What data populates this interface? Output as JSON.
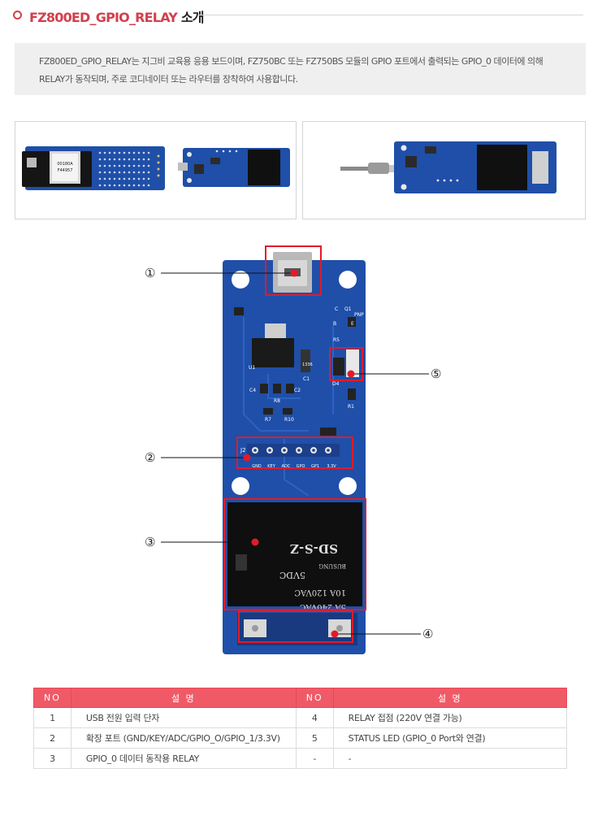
{
  "header": {
    "title_red": "FZ800ED_GPIO_RELAY",
    "title_rest": " 소개"
  },
  "description": {
    "line1": "FZ800ED_GPIO_RELAY는 지그비 교육용 응용 보드이며, FZ750BC 또는 FZ750BS 모듈의 GPIO 포트에서 출력되는 GPIO_0 데이터에 의해",
    "line2": "RELAY가 동작되며, 주로 코디네이터 또는 라우터를 장착하여 사용합니다."
  },
  "photos": {
    "left_chip_text1": "00180A",
    "left_chip_text2": "F44957"
  },
  "board": {
    "silkscreen": {
      "j2": "J2",
      "pins": [
        "GND",
        "KEY",
        "ADC",
        "GPO",
        "GP1",
        "3.3V"
      ],
      "u1": "U1",
      "c4": "C4",
      "r8": "R8",
      "c2": "C2",
      "r7": "R7",
      "r10": "R10",
      "c1": "C1",
      "d4": "D4",
      "r5": "R5",
      "r1": "R1",
      "q1": "Q1",
      "pnp": "PNP",
      "c": "C",
      "b": "B",
      "e": "E",
      "ic_code": "1336"
    },
    "relay_text": {
      "rating1": "5A  240VAC",
      "rating2": "10A 120VAC",
      "coil": "5VDC",
      "brand": "BUSUNG",
      "model": "SD-S-Z"
    },
    "callouts": [
      "①",
      "②",
      "③",
      "④",
      "⑤"
    ]
  },
  "table": {
    "headers": [
      "NO",
      "설 명",
      "NO",
      "설 명"
    ],
    "rows": [
      {
        "no1": "1",
        "desc1": "USB 전원 입력 단자",
        "no2": "4",
        "desc2": "RELAY 접점 (220V 연결 가능)"
      },
      {
        "no1": "2",
        "desc1": "확장 포트 (GND/KEY/ADC/GPIO_O/GPIO_1/3.3V)",
        "no2": "5",
        "desc2": "STATUS LED (GPIO_0 Port와 연결)"
      },
      {
        "no1": "3",
        "desc1": "GPIO_0 데이터 동작용 RELAY",
        "no2": "-",
        "desc2": "-"
      }
    ]
  },
  "colors": {
    "accent": "#d2404d",
    "table_header": "#f05a67",
    "pcb_blue": "#1f4fa8",
    "callout_red": "#e11b2a"
  }
}
